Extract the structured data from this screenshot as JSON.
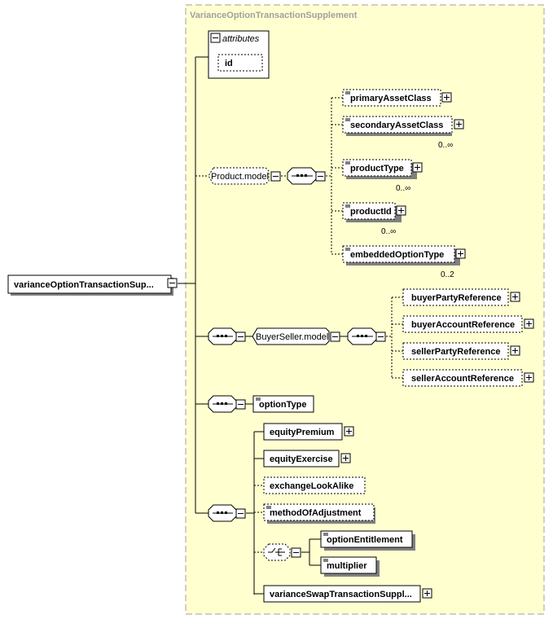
{
  "diagram": {
    "group_title": "VarianceOptionTransactionSupplement",
    "root": "varianceOptionTransactionSup...",
    "attributes": {
      "title": "attributes",
      "items": [
        "id"
      ]
    },
    "product_model": {
      "label": "Product.model",
      "elements": [
        {
          "name": "primaryAssetClass",
          "card": ""
        },
        {
          "name": "secondaryAssetClass",
          "card": "0..∞"
        },
        {
          "name": "productType",
          "card": "0..∞"
        },
        {
          "name": "productId",
          "card": "0..∞"
        },
        {
          "name": "embeddedOptionType",
          "card": "0..2"
        }
      ]
    },
    "buyer_seller_model": {
      "label": "BuyerSeller.model",
      "elements": [
        "buyerPartyReference",
        "buyerAccountReference",
        "sellerPartyReference",
        "sellerAccountReference"
      ]
    },
    "option_type": "optionType",
    "sequence_elements": [
      "equityPremium",
      "equityExercise",
      "exchangeLookAlike",
      "methodOfAdjustment"
    ],
    "choice_elements": [
      "optionEntitlement",
      "multiplier"
    ],
    "last_element": "varianceSwapTransactionSuppl..."
  }
}
